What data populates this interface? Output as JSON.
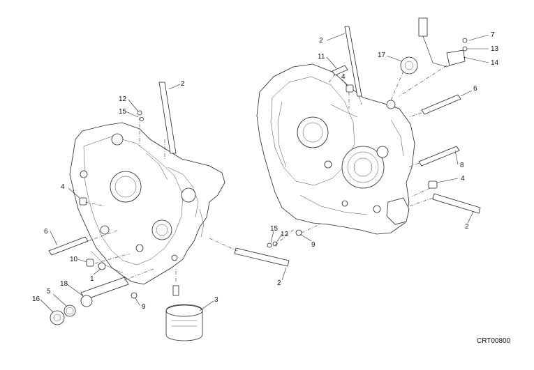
{
  "diagram_code": "CRT00800",
  "callouts": [
    "2",
    "12",
    "15",
    "4",
    "6",
    "10",
    "1",
    "5",
    "18",
    "16",
    "9",
    "3",
    "2",
    "11",
    "4",
    "17",
    "7",
    "13",
    "14",
    "6",
    "8",
    "4",
    "2",
    "15",
    "12",
    "9",
    "2"
  ]
}
